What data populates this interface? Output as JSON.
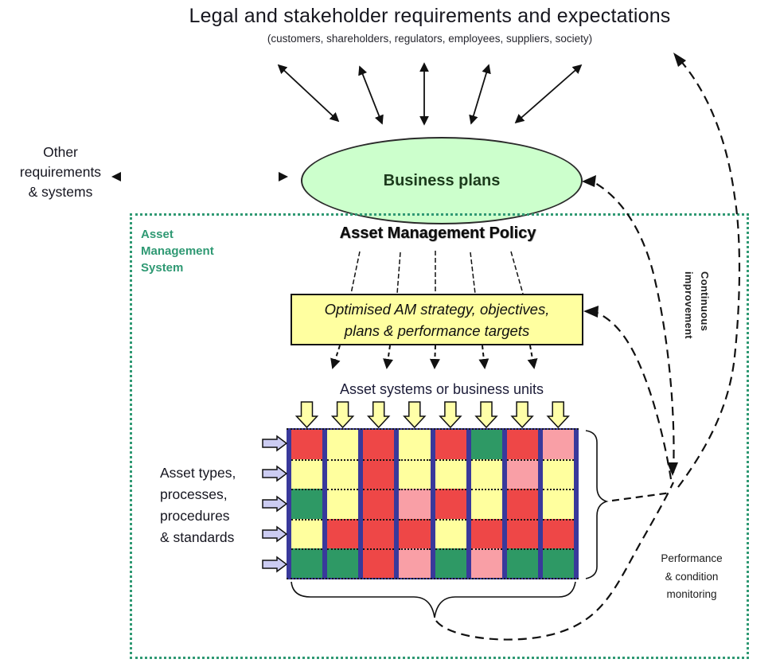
{
  "title": "Legal and stakeholder requirements and expectations",
  "subtitle": "(customers, shareholders, regulators, employees, suppliers, society)",
  "labels": {
    "other_requirements": "Other\nrequirements\n& systems",
    "asset_management_system": "Asset\nManagement\nSystem",
    "business_plans": "Business plans",
    "asset_management_policy": "Asset Management Policy",
    "strategy_box": "Optimised AM strategy, objectives,\nplans & performance targets",
    "asset_systems": "Asset systems or business units",
    "asset_types": "Asset types,\nprocesses,\nprocedures\n& standards",
    "continuous_improvement": "Continuous improvement",
    "performance_monitoring": "Performance\n& condition\nmonitoring"
  },
  "colors": {
    "ellipse_fill": "#ccffcc",
    "strategy_box_fill": "#ffffa0",
    "system_border_green": "#2f9973",
    "block_arrow_yellow": "#ffffa8",
    "block_arrow_lavender": "#ccccf2",
    "arrow_black": "#111111"
  },
  "matrix": {
    "rows": 5,
    "cols": 8,
    "palette": {
      "red": "#ee4747",
      "yellow": "#ffff9e",
      "green": "#2e9965",
      "pink": "#f99fa6",
      "separator": "#39399b"
    },
    "cells": [
      [
        "red",
        "yellow",
        "red",
        "yellow",
        "red",
        "green",
        "red",
        "pink"
      ],
      [
        "yellow",
        "yellow",
        "red",
        "yellow",
        "yellow",
        "yellow",
        "pink",
        "yellow"
      ],
      [
        "green",
        "yellow",
        "red",
        "pink",
        "red",
        "yellow",
        "red",
        "yellow"
      ],
      [
        "yellow",
        "red",
        "red",
        "red",
        "yellow",
        "red",
        "red",
        "red"
      ],
      [
        "green",
        "green",
        "red",
        "pink",
        "green",
        "pink",
        "green",
        "green"
      ]
    ]
  }
}
